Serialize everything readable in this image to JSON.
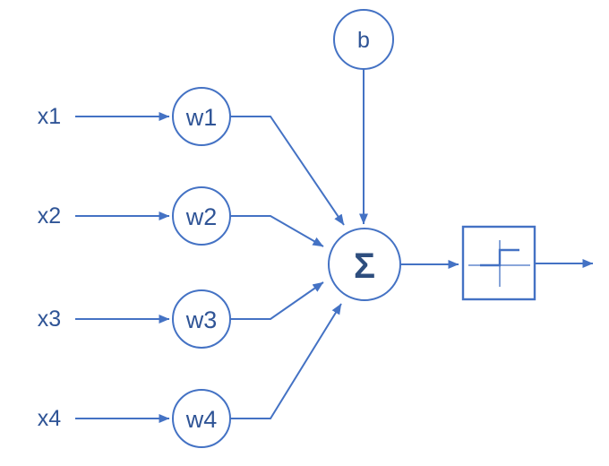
{
  "diagram": {
    "inputs": [
      {
        "label": "x1"
      },
      {
        "label": "x2"
      },
      {
        "label": "x3"
      },
      {
        "label": "x4"
      }
    ],
    "weights": [
      {
        "label": "w1"
      },
      {
        "label": "w2"
      },
      {
        "label": "w3"
      },
      {
        "label": "w4"
      }
    ],
    "bias_label": "b",
    "sum_label": "Σ",
    "activation_icon": "step-function-icon"
  },
  "colors": {
    "line": "#4472C4",
    "text": "#2F5496",
    "sum_text": "#2E4E7E",
    "background": "#FFFFFF"
  }
}
